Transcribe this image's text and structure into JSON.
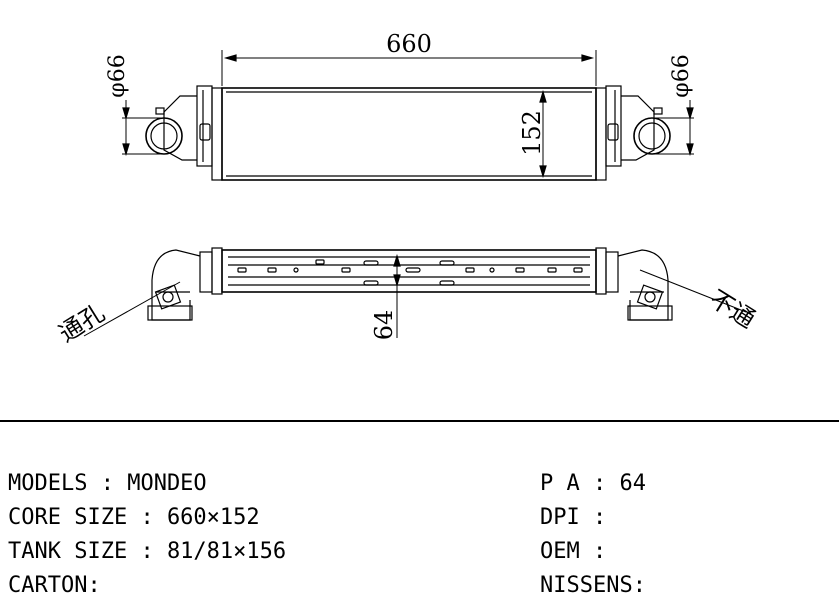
{
  "drawing": {
    "dimensions": {
      "length": "660",
      "height": "152",
      "pipe_left": "φ66",
      "pipe_right": "φ66",
      "depth": "64"
    },
    "annotations": {
      "left_note": "通孔",
      "right_note": "不通"
    }
  },
  "specs": {
    "models": "MODELS : MONDEO",
    "core_size": "CORE SIZE : 660×152",
    "tank_size": "TANK SIZE : 81/81×156",
    "carton": "CARTON:",
    "pa": "P A : 64",
    "dpi": "DPI :",
    "oem": "OEM :",
    "nissens": "NISSENS:"
  },
  "colors": {
    "line": "#000000",
    "background": "#ffffff"
  }
}
